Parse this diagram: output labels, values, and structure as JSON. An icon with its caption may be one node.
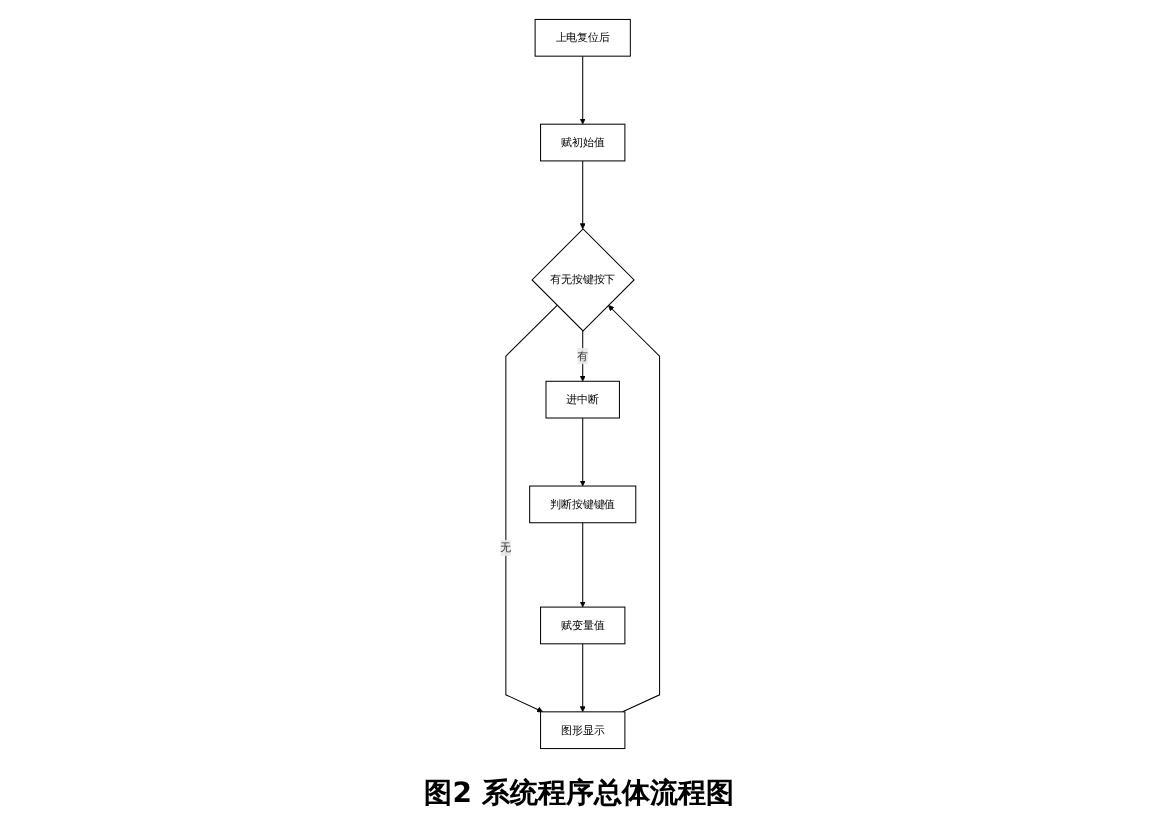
{
  "diagram": {
    "caption": "图2 系统程序总体流程图",
    "nodes": [
      {
        "text": [
          "上电复位后"
        ]
      },
      {
        "text": [
          "赋初始值"
        ]
      },
      {
        "text": [
          "有无按键按下"
        ]
      },
      {
        "text": [
          "进中断"
        ]
      },
      {
        "text": [
          "判断按键键值"
        ]
      },
      {
        "text": [
          "赋变量值"
        ]
      },
      {
        "text": [
          "图形显示"
        ]
      }
    ],
    "edges": [
      {
        "from": 0,
        "to": 1,
        "arrow": "to"
      },
      {
        "from": 1,
        "to": 2,
        "arrow": "to"
      },
      {
        "from": 2,
        "to": 3,
        "label": "有",
        "arrow": "to"
      },
      {
        "from": 3,
        "to": 4,
        "arrow": "to"
      },
      {
        "from": 4,
        "to": 5,
        "arrow": "to"
      },
      {
        "from": 2,
        "to": 6,
        "label": "无",
        "arrow": "to"
      },
      {
        "from": 5,
        "to": 6,
        "arrow": "to"
      },
      {
        "from": 6,
        "to": 2,
        "arrow": "to"
      }
    ]
  }
}
